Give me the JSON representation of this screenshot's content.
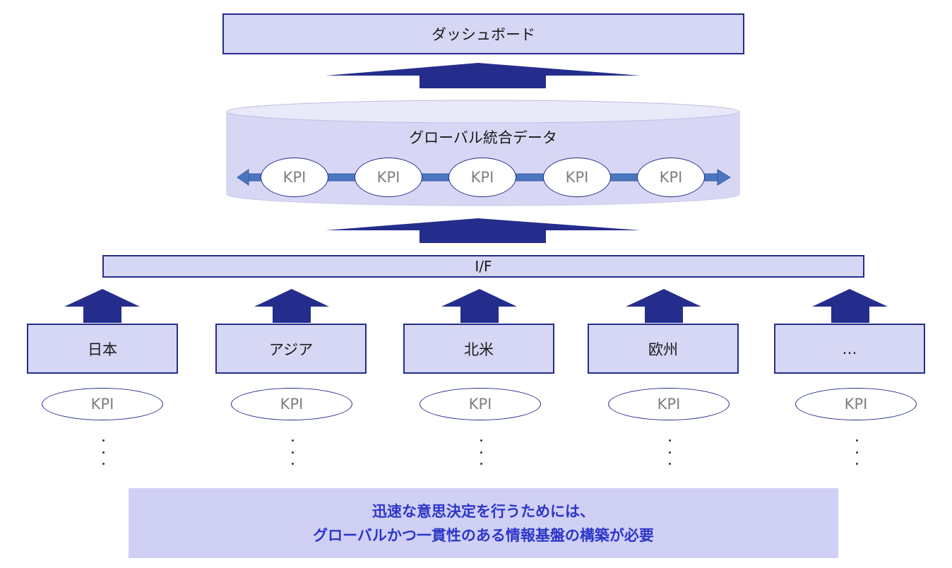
{
  "dashboard": {
    "label": "ダッシュボード"
  },
  "global_data": {
    "label": "グローバル統合データ",
    "kpis": [
      "KPI",
      "KPI",
      "KPI",
      "KPI",
      "KPI"
    ]
  },
  "interface": {
    "label": "I/F"
  },
  "regions": [
    {
      "name": "日本",
      "kpi": "KPI"
    },
    {
      "name": "アジア",
      "kpi": "KPI"
    },
    {
      "name": "北米",
      "kpi": "KPI"
    },
    {
      "name": "欧州",
      "kpi": "KPI"
    },
    {
      "name": "…",
      "kpi": "KPI"
    }
  ],
  "message": {
    "line1": "迅速な意思決定を行うためには、",
    "line2": "グローバルかつ一貫性のある情報基盤の構築が必要"
  },
  "colors": {
    "arrow": "#252d8c",
    "box_fill": "#d6d6f5",
    "cylinder_fill": "#d6d6f5",
    "message_text": "#2c36c9",
    "kpi_text": "#7f7f7f"
  }
}
